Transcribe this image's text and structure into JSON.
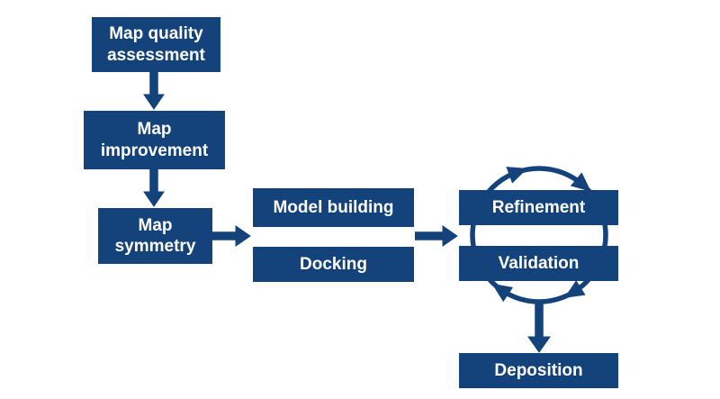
{
  "diagram": {
    "type": "flowchart",
    "colors": {
      "node_fill": "#14427A",
      "node_text": "#FFFFFF",
      "arrow": "#14427A",
      "background": "#FFFFFF"
    },
    "nodes": [
      {
        "id": "map-quality-assessment",
        "label": "Map quality\nassessment"
      },
      {
        "id": "map-improvement",
        "label": "Map\nimprovement"
      },
      {
        "id": "map-symmetry",
        "label": "Map\nsymmetry"
      },
      {
        "id": "model-building",
        "label": "Model building"
      },
      {
        "id": "docking",
        "label": "Docking"
      },
      {
        "id": "refinement",
        "label": "Refinement"
      },
      {
        "id": "validation",
        "label": "Validation"
      },
      {
        "id": "deposition",
        "label": "Deposition"
      }
    ],
    "edges": [
      {
        "from": "map-quality-assessment",
        "to": "map-improvement",
        "style": "arrow-down"
      },
      {
        "from": "map-improvement",
        "to": "map-symmetry",
        "style": "arrow-down"
      },
      {
        "from": "map-symmetry",
        "to": "model-building/docking",
        "style": "arrow-right"
      },
      {
        "from": "model-building/docking",
        "to": "refinement/validation",
        "style": "arrow-right"
      },
      {
        "from": "refinement",
        "to": "validation",
        "style": "clockwise-cycle"
      },
      {
        "from": "refinement/validation",
        "to": "deposition",
        "style": "arrow-down"
      }
    ]
  }
}
